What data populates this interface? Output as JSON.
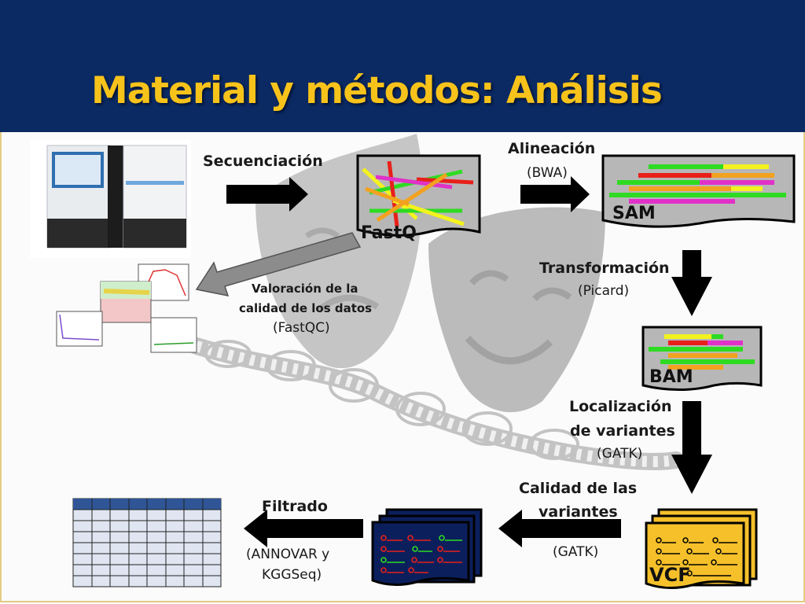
{
  "title": "Material y métodos: Análisis",
  "steps": {
    "secuenciacion": "Secuenciación",
    "alineacion": "Alineación",
    "alineacion_tool": "(BWA)",
    "transformacion": "Transformación",
    "transformacion_tool": "(Picard)",
    "localizacion_1": "Localización",
    "localizacion_2": "de variantes",
    "localizacion_tool": "(GATK)",
    "calidad_1": "Calidad de las",
    "calidad_2": "variantes",
    "calidad_tool": "(GATK)",
    "filtrado": "Filtrado",
    "filtrado_tool_1": "(ANNOVAR y",
    "filtrado_tool_2": "KGGSeq)",
    "valoracion_1": "Valoración de la",
    "valoracion_2": "calidad de los datos",
    "valoracion_tool": "(FastQC)"
  },
  "files": {
    "fastq": "FastQ",
    "sam": "SAM",
    "bam": "BAM",
    "vcf": "VCF"
  },
  "colors": {
    "header": "#0b2a63",
    "title": "#f7c31b",
    "arrow": "#000000",
    "vcf_card": "#f5c02a",
    "filtered_card": "#0b1f5c",
    "read_red": "#e8201a",
    "read_green": "#2edb22",
    "read_yellow": "#f3f21e",
    "read_orange": "#f2a21e",
    "read_magenta": "#e032c8"
  },
  "icons": [
    "sequencer-machine-icon",
    "fastqc-plot-thumbnails-icon",
    "theater-masks-icon",
    "dna-helix-icon",
    "result-table-icon"
  ]
}
